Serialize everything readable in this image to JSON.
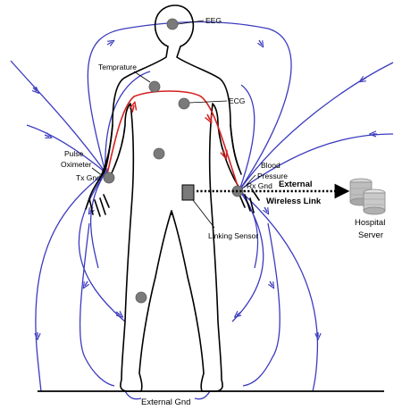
{
  "labels": {
    "eeg": "EEG",
    "temperature": "Temprature",
    "ecg": "ECG",
    "pulse_line1": "Pulse",
    "pulse_line2": "Oximeter",
    "tx_gnd": "Tx Gnd",
    "blood_line1": "Blood",
    "blood_line2": "Pressure",
    "rx_gnd": "Rx Gnd",
    "external_line1": "External",
    "external_line2": "Wireless Link",
    "linking_sensor": "Linking Sensor",
    "hospital_line1": "Hospital",
    "hospital_line2": "Server",
    "external_gnd": "External Gnd"
  },
  "colors": {
    "field_lines": "#3b3bbf",
    "signal_path": "#d42020",
    "sensor": "#7a7a7a",
    "body_outline": "#000000"
  },
  "icons": {
    "server": "database-server-icon"
  }
}
